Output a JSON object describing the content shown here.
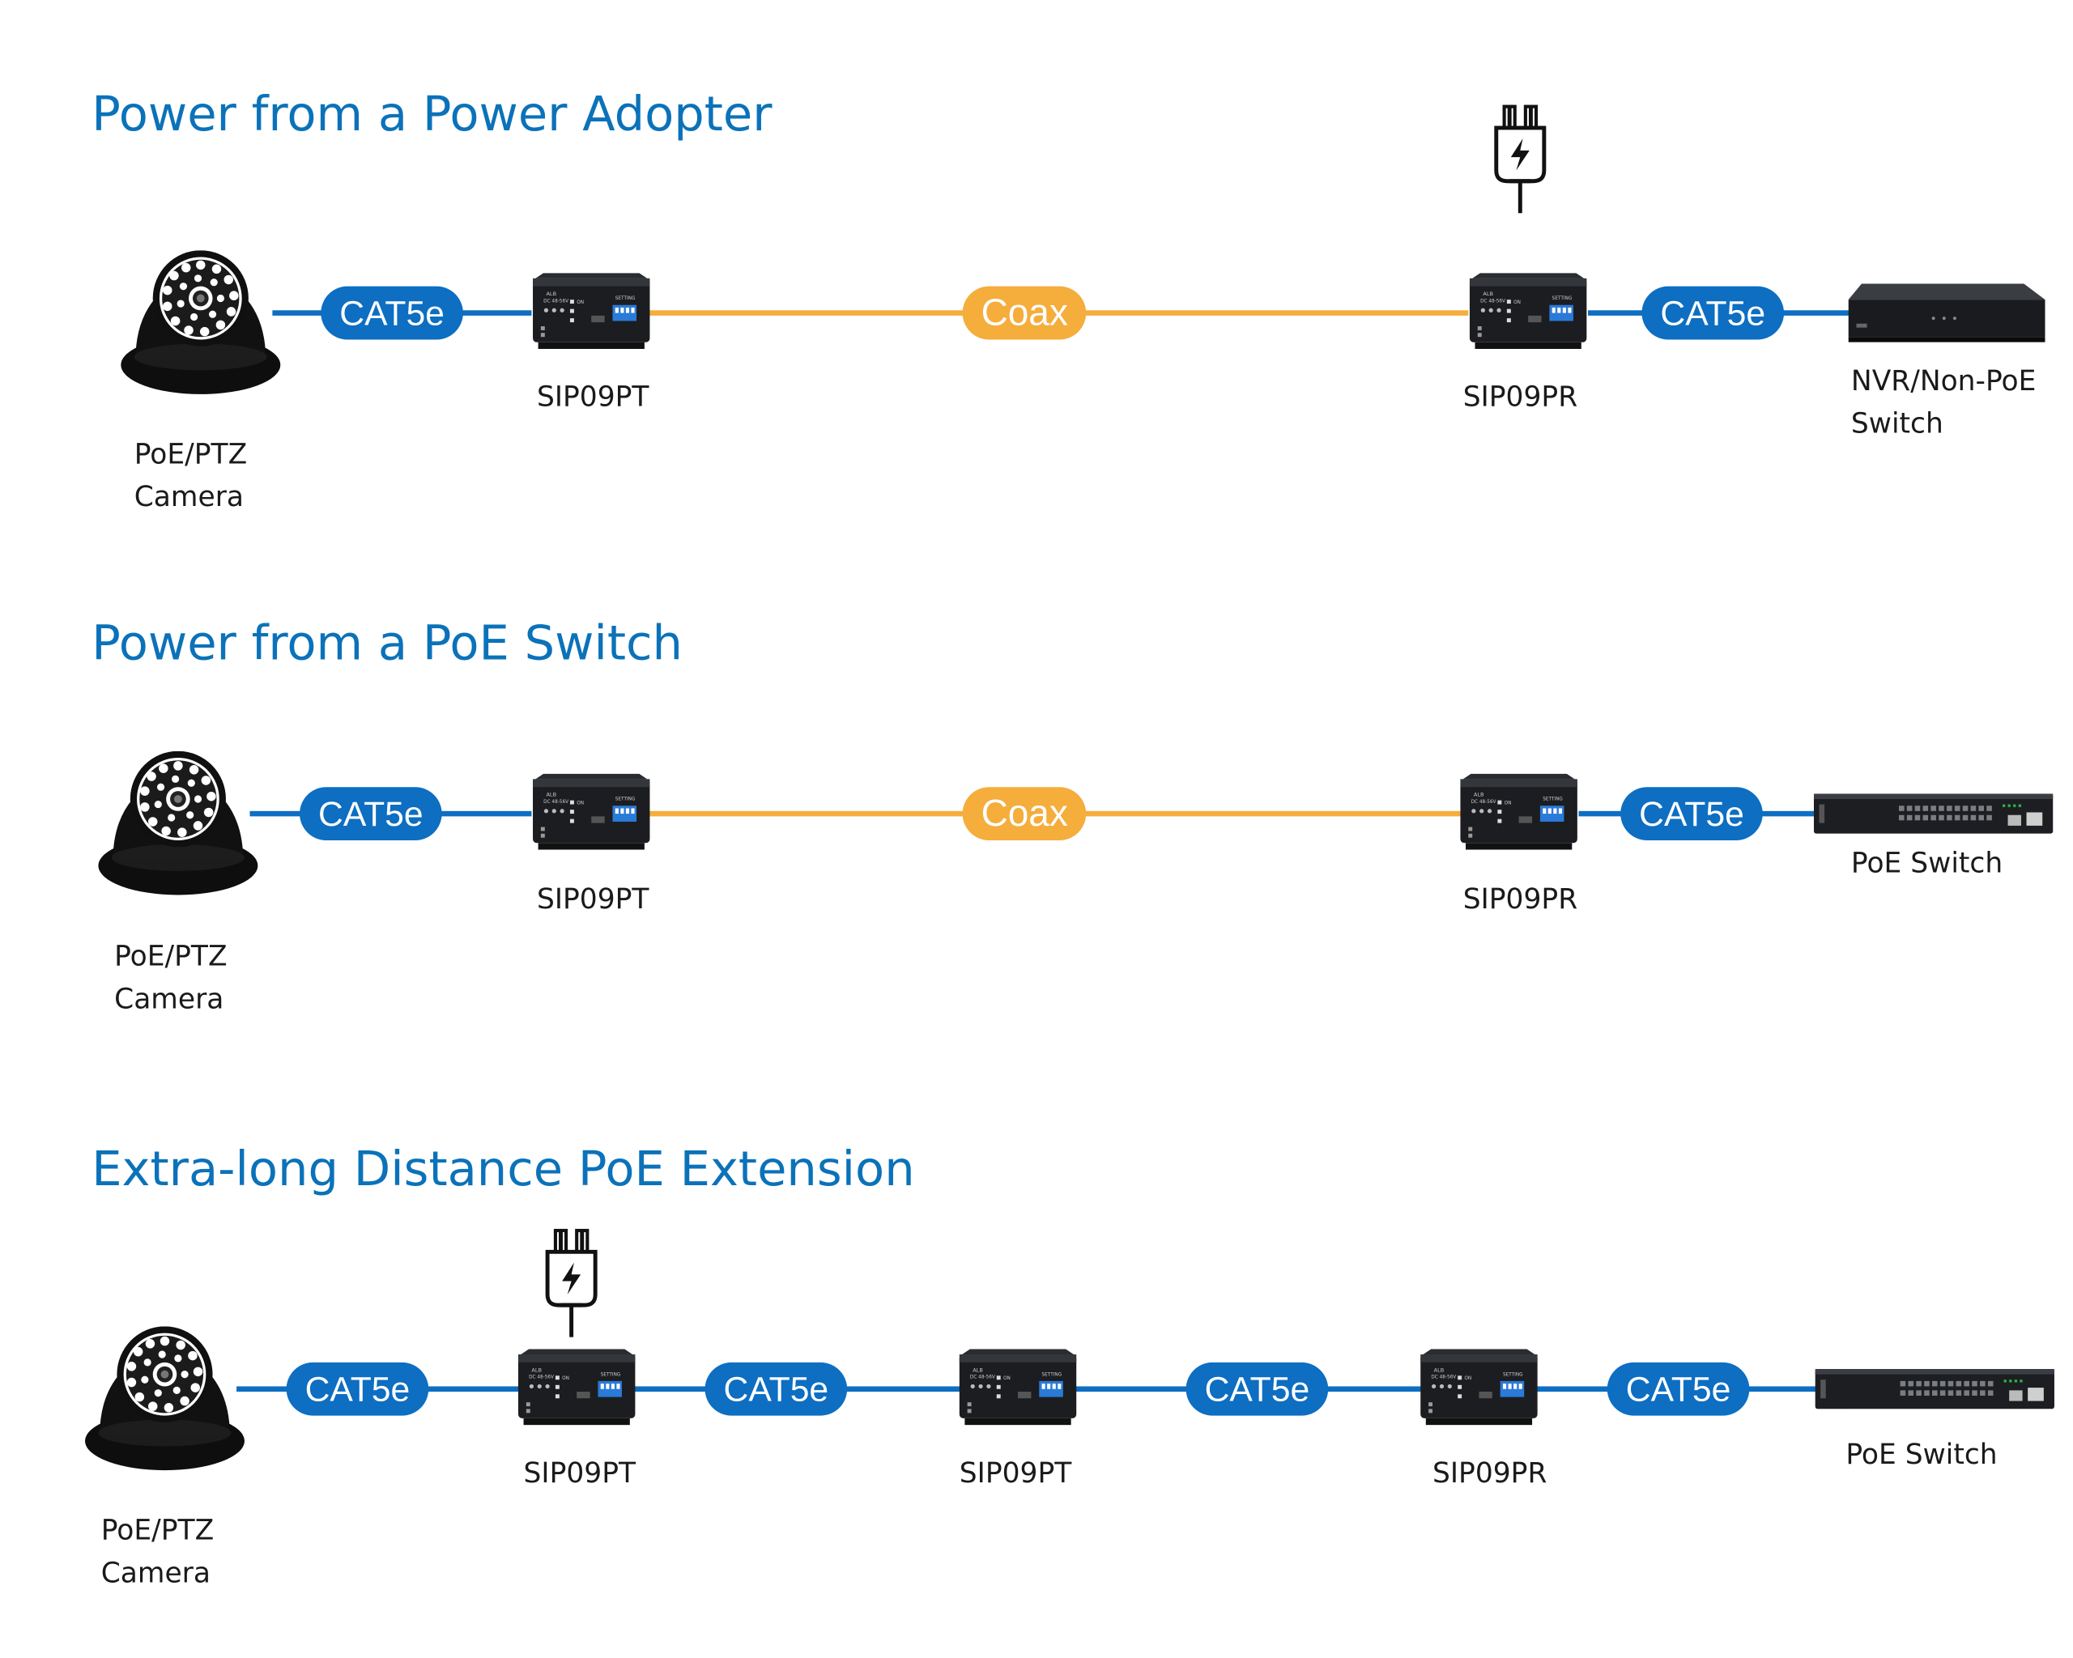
{
  "sections": [
    {
      "title": "Power from a Power Adopter",
      "camera_label": "PoE/PTZ\nCamera",
      "cable1": "CAT5e",
      "device1": "SIP09PT",
      "cable2": "Coax",
      "device2": "SIP09PR",
      "cable3": "CAT5e",
      "end_label": "NVR/Non-PoE\n Switch"
    },
    {
      "title": "Power from a PoE Switch",
      "camera_label": "PoE/PTZ\nCamera",
      "cable1": "CAT5e",
      "device1": "SIP09PT",
      "cable2": "Coax",
      "device2": "SIP09PR",
      "cable3": "CAT5e",
      "end_label": "PoE Switch"
    },
    {
      "title": "Extra-long Distance  PoE Extension",
      "camera_label": "PoE/PTZ\nCamera",
      "cable1": "CAT5e",
      "device1": "SIP09PT",
      "cable2": "CAT5e",
      "device2": "SIP09PT",
      "cable3": "CAT5e",
      "device3": "SIP09PR",
      "cable4": "CAT5e",
      "end_label": "PoE Switch"
    }
  ],
  "colors": {
    "title": "#0b72b9",
    "cat5e": "#0d6ec2",
    "coax": "#f5ad3c"
  },
  "icons": [
    "dome-camera-icon",
    "power-adapter-icon",
    "extender-device-icon",
    "nvr-icon",
    "poe-switch-icon"
  ]
}
